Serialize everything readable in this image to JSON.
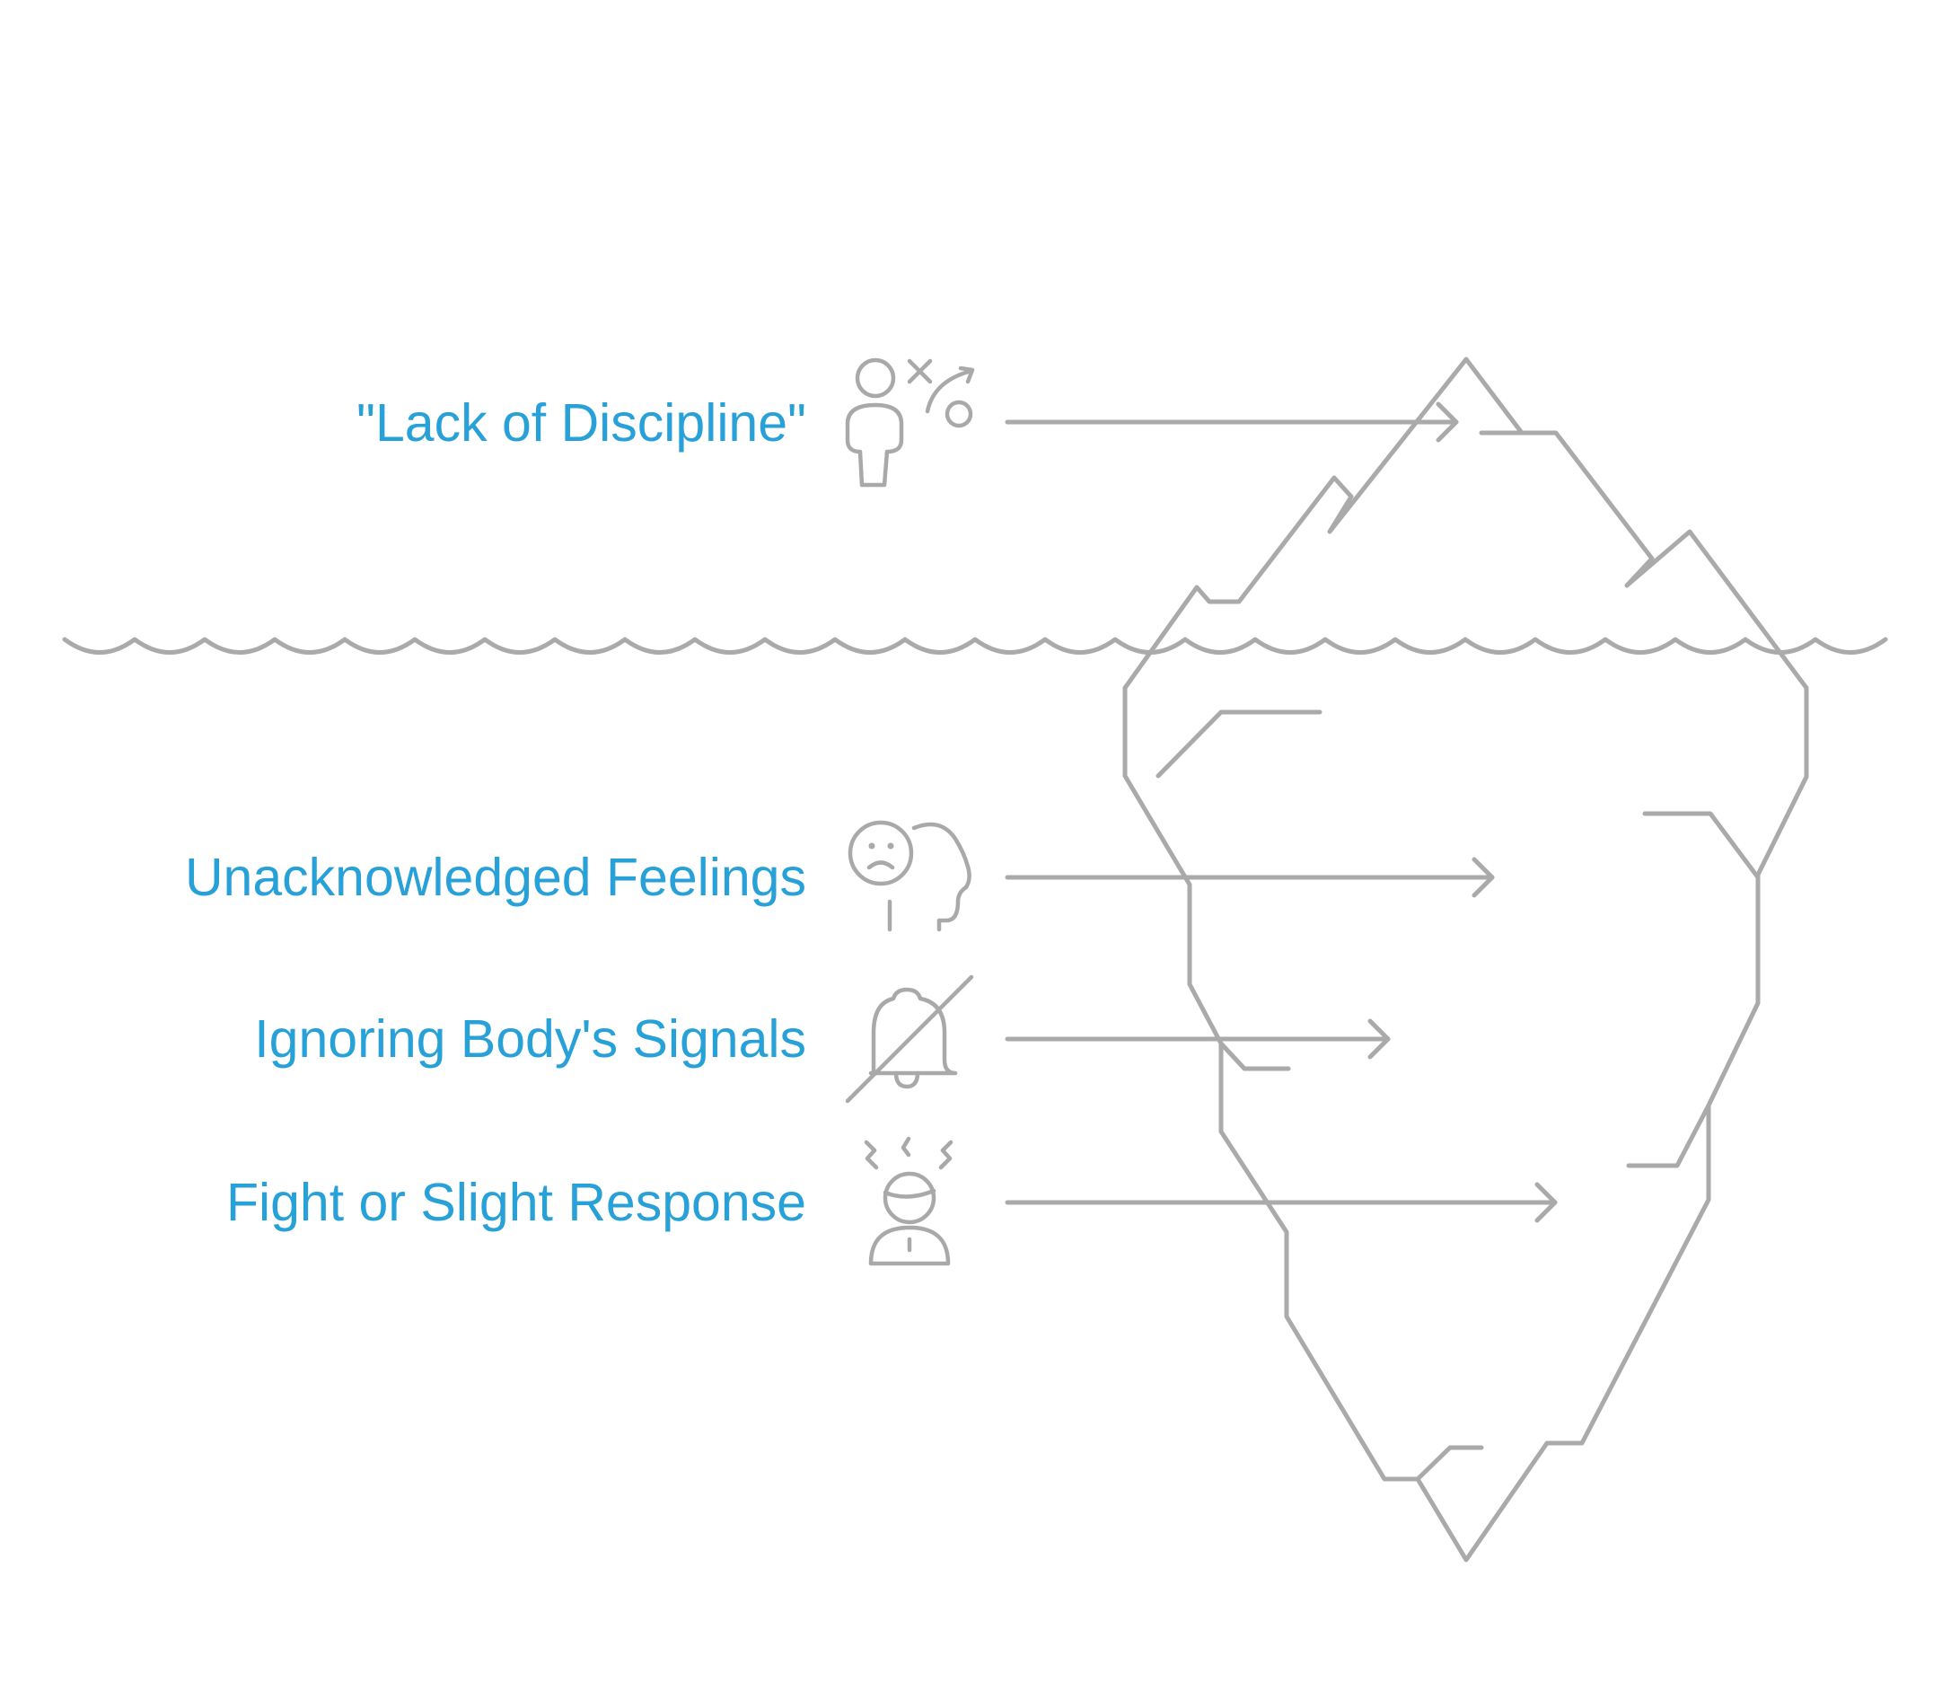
{
  "colors": {
    "label": "#27a1d8",
    "line": "#aaaaaa",
    "background": "#ffffff"
  },
  "items": [
    {
      "label": "\"Lack of Discipline\"",
      "icon": "strategy-person-icon"
    },
    {
      "label": "Unacknowledged Feelings",
      "icon": "sad-head-icon"
    },
    {
      "label": "Ignoring Body's Signals",
      "icon": "muted-bell-icon"
    },
    {
      "label": "Fight or Slight Response",
      "icon": "stressed-person-icon"
    }
  ]
}
